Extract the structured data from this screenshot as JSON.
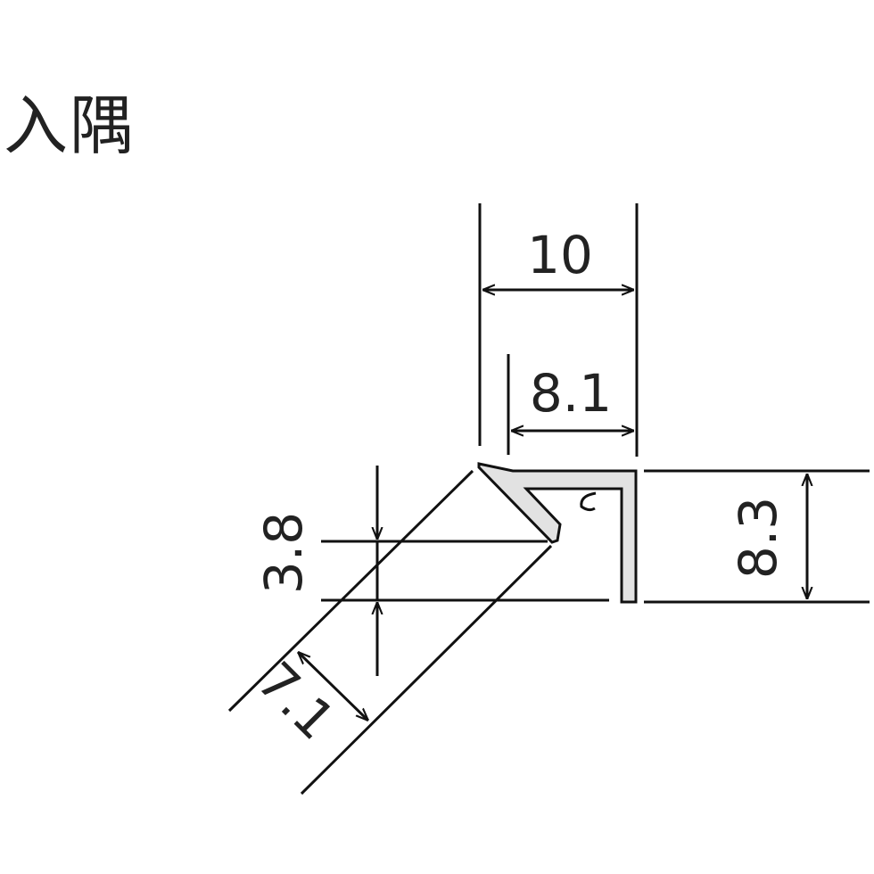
{
  "title": "入隅",
  "dimensions": {
    "overall_width": "10",
    "inner_width": "8.1",
    "height": "8.3",
    "offset": "3.8",
    "diagonal_thickness": "7.1"
  },
  "colors": {
    "line": "#111111",
    "profile_fill": "#e2e2e2"
  }
}
